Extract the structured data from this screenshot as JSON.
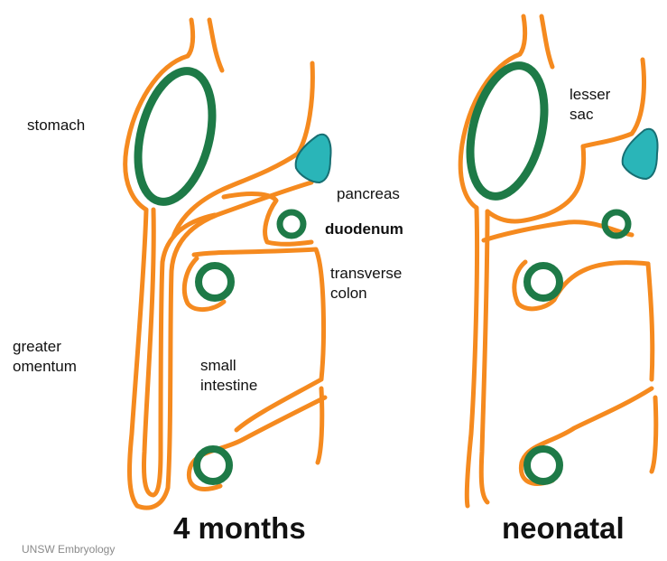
{
  "colors": {
    "membrane": "#f58a1f",
    "gut": "#1e7a47",
    "pancreas": "#2ab5b8",
    "pancreas_outline": "#176f73",
    "text": "#111111",
    "credit": "#8a8a8a"
  },
  "labels": {
    "stomach": "stomach",
    "lesser_sac_line1": "lesser",
    "lesser_sac_line2": "sac",
    "pancreas": "pancreas",
    "duodenum": "duodenum",
    "transverse_colon_line1": "transverse",
    "transverse_colon_line2": "colon",
    "greater_omentum_line1": "greater",
    "greater_omentum_line2": "omentum",
    "small_intestine_line1": "small",
    "small_intestine_line2": "intestine"
  },
  "panels": {
    "left_title": "4 months",
    "right_title": "neonatal"
  },
  "credit": "UNSW Embryology"
}
